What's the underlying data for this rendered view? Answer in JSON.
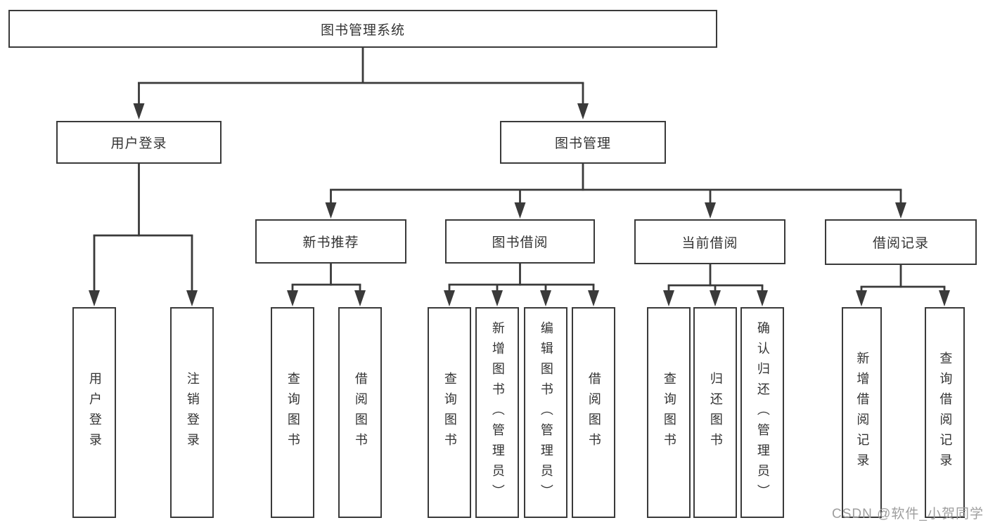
{
  "diagram": {
    "root": "图书管理系统",
    "level1": [
      {
        "label": "用户登录",
        "children": [
          "用户登录",
          "注销登录"
        ]
      },
      {
        "label": "图书管理"
      }
    ],
    "level2": [
      {
        "label": "新书推荐",
        "children": [
          "查询图书",
          "借阅图书"
        ]
      },
      {
        "label": "图书借阅",
        "children": [
          "查询图书",
          "新增图书（管理员）",
          "编辑图书（管理员）",
          "借阅图书"
        ]
      },
      {
        "label": "当前借阅",
        "children": [
          "查询图书",
          "归还图书",
          "确认归还（管理员）"
        ]
      },
      {
        "label": "借阅记录",
        "children": [
          "新增借阅记录",
          "查询借阅记录"
        ]
      }
    ]
  },
  "watermark": {
    "text": "CSDN @软件_小贺同学"
  },
  "colors": {
    "line": "#3a3a3a",
    "text": "#333333",
    "watermark": "#9e9e9e",
    "background": "#ffffff"
  }
}
